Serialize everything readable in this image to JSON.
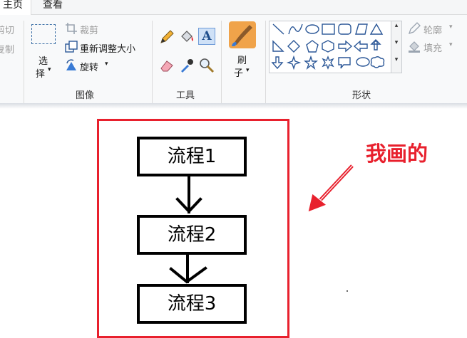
{
  "tabs": {
    "home": "主页",
    "view": "查看"
  },
  "clipboard": {
    "cut": "剪切",
    "copy": "复制"
  },
  "image": {
    "select": "选\n择",
    "select_top": "选",
    "select_bottom": "择",
    "crop": "裁剪",
    "resize": "重新调整大小",
    "rotate": "旋转",
    "label": "图像"
  },
  "tools": {
    "label": "工具"
  },
  "brush": {
    "top": "刷",
    "bottom": "子"
  },
  "shapes": {
    "outline": "轮廓",
    "fill": "填充",
    "label": "形状"
  },
  "canvas": {
    "steps": [
      "流程1",
      "流程2",
      "流程3"
    ],
    "annotation": "我画的"
  },
  "colors": {
    "accent": "#e8202d",
    "ribbon": "#f8f9fa"
  }
}
